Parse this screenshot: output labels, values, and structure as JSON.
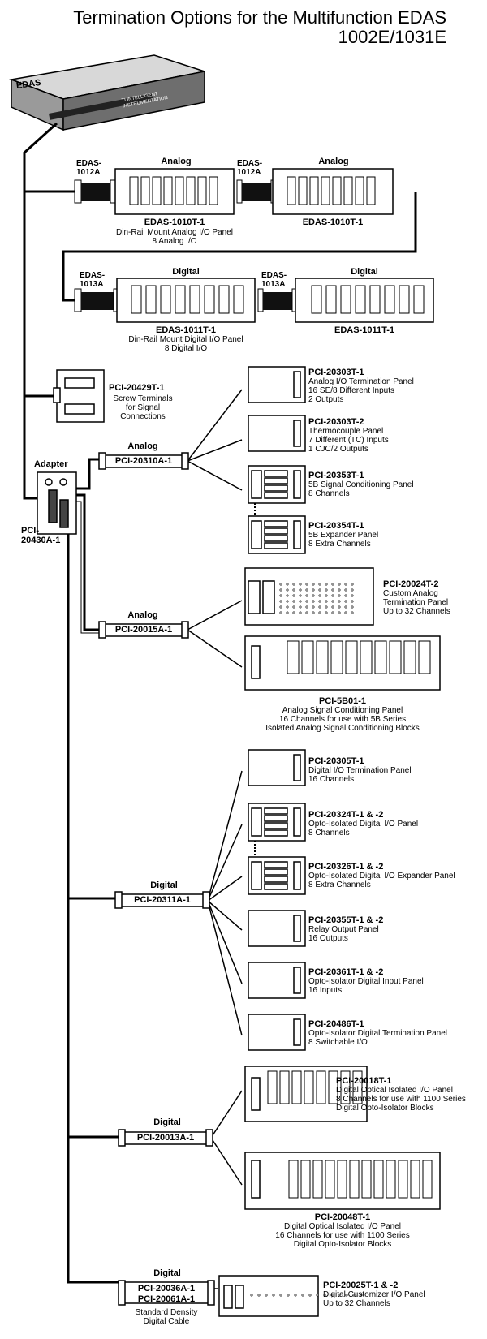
{
  "title": {
    "line1": "Termination Options for the Multifunction EDAS",
    "line2": "1002E/1031E"
  },
  "device": {
    "brand": "EDAS",
    "logo_text": "TI INTELLIGENT INSTRUMENTATION"
  },
  "row1": {
    "adapter_a": "EDAS-\n1012A",
    "adapter_b": "EDAS-\n1012A",
    "head_a": "Analog",
    "head_b": "Analog",
    "panel_a_name": "EDAS-1010T-1",
    "panel_a_desc1": "Din-Rail Mount Analog I/O Panel",
    "panel_a_desc2": "8 Analog I/O",
    "panel_b_name": "EDAS-1010T-1"
  },
  "row2": {
    "adapter_a": "EDAS-\n1013A",
    "adapter_b": "EDAS-\n1013A",
    "head_a": "Digital",
    "head_b": "Digital",
    "panel_a_name": "EDAS-1011T-1",
    "panel_a_desc1": "Din-Rail Mount Digital I/O Panel",
    "panel_a_desc2": "8 Digital I/O",
    "panel_b_name": "EDAS-1011T-1"
  },
  "screw": {
    "name": "PCI-20429T-1",
    "l1": "Screw Terminals",
    "l2": "for Signal",
    "l3": "Connections"
  },
  "adapter": {
    "head": "Adapter",
    "name": "PCI-\n20430A-1"
  },
  "cables": {
    "c1_head": "Analog",
    "c1": "PCI-20310A-1",
    "c2_head": "Analog",
    "c2": "PCI-20015A-1",
    "c3_head": "Digital",
    "c3": "PCI-20311A-1",
    "c4_head": "Digital",
    "c4": "PCI-20013A-1",
    "c5_head": "Digital",
    "c5a": "PCI-20036A-1",
    "c5b": "PCI-20061A-1",
    "c5_note1": "Standard Density",
    "c5_note2": "Digital Cable"
  },
  "panels": [
    {
      "name": "PCI-20303T-1",
      "lines": [
        "Analog I/O Termination Panel",
        "16 SE/8 Different Inputs",
        "2 Outputs"
      ]
    },
    {
      "name": "PCI-20303T-2",
      "lines": [
        "Thermocouple Panel",
        "7 Different (TC) Inputs",
        "1 CJC/2 Outputs"
      ]
    },
    {
      "name": "PCI-20353T-1",
      "lines": [
        "5B Signal Conditioning Panel",
        "8 Channels"
      ]
    },
    {
      "name": "PCI-20354T-1",
      "lines": [
        "5B Expander Panel",
        "8 Extra Channels"
      ]
    },
    {
      "name": "PCI-20024T-2",
      "lines": [
        "Custom Analog",
        "Termination Panel",
        "Up to 32 Channels"
      ]
    },
    {
      "name": "PCI-5B01-1",
      "lines": [
        "Analog Signal Conditioning Panel",
        "16 Channels for use with 5B Series",
        "Isolated Analog Signal Conditioning Blocks"
      ]
    },
    {
      "name": "PCI-20305T-1",
      "lines": [
        "Digital I/O Termination Panel",
        "16 Channels"
      ]
    },
    {
      "name": "PCI-20324T-1 & -2",
      "lines": [
        "Opto-Isolated Digital I/O Panel",
        "8 Channels"
      ]
    },
    {
      "name": "PCI-20326T-1 & -2",
      "lines": [
        "Opto-Isolated Digital I/O Expander Panel",
        "8 Extra Channels"
      ]
    },
    {
      "name": "PCI-20355T-1 & -2",
      "lines": [
        "Relay Output Panel",
        "16 Outputs"
      ]
    },
    {
      "name": "PCI-20361T-1 & -2",
      "lines": [
        "Opto-Isolator Digital Input Panel",
        "16 Inputs"
      ]
    },
    {
      "name": "PCI-20486T-1",
      "lines": [
        "Opto-Isolator Digital Termination Panel",
        "8 Switchable I/O"
      ]
    },
    {
      "name": "PCI-20018T-1",
      "lines": [
        "Digital Optical Isolated I/O Panel",
        "8 Channels for use with 1100 Series",
        "Digital Opto-Isolator Blocks"
      ]
    },
    {
      "name": "PCI-20048T-1",
      "lines": [
        "Digital Optical Isolated I/O Panel",
        "16 Channels for use with 1100 Series",
        "Digital Opto-Isolator Blocks"
      ]
    },
    {
      "name": "PCI-20025T-1 & -2",
      "lines": [
        "Digital Customizer I/O Panel",
        "Up to 32 Channels"
      ]
    }
  ]
}
